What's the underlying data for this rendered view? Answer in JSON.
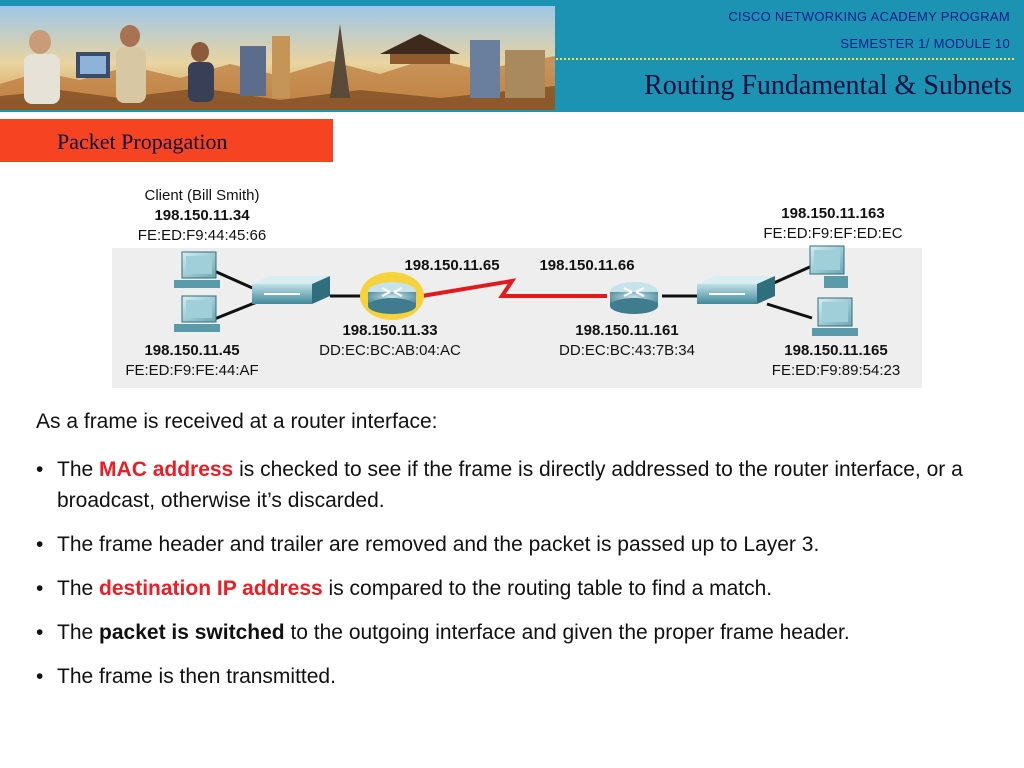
{
  "header": {
    "academy": "CISCO NETWORKING ACADEMY PROGRAM",
    "module": "SEMESTER 1/ MODULE 10",
    "title": "Routing Fundamental & Subnets",
    "colors": {
      "banner": "#1d93b4",
      "dots": "#f3e53c",
      "text": "#0d1e8c"
    }
  },
  "section": {
    "title": "Packet Propagation",
    "color": "#f64422"
  },
  "diagram": {
    "client_top": {
      "name": "Client (Bill Smith)",
      "ip": "198.150.11.34",
      "mac": "FE:ED:F9:44:45:66"
    },
    "client_bottom": {
      "ip": "198.150.11.45",
      "mac": "FE:ED:F9:FE:44:AF"
    },
    "router1": {
      "wan_ip": "198.150.11.65",
      "lan_ip": "198.150.11.33",
      "mac": "DD:EC:BC:AB:04:AC"
    },
    "router2": {
      "wan_ip": "198.150.11.66",
      "lan_ip": "198.150.11.161",
      "mac": "DD:EC:BC:43:7B:34"
    },
    "server_top": {
      "ip": "198.150.11.163",
      "mac": "FE:ED:F9:EF:ED:EC"
    },
    "server_bottom": {
      "ip": "198.150.11.165",
      "mac": "FE:ED:F9:89:54:23"
    }
  },
  "body": {
    "intro": "As a frame is received at a router interface:",
    "bullets": [
      {
        "before": "The ",
        "keyword": "MAC address",
        "after": " is checked to see if the frame is directly addressed to the router interface, or a broadcast, otherwise it’s discarded."
      },
      {
        "text": "The frame header and trailer are removed and the packet is passed up to Layer 3."
      },
      {
        "before": "The ",
        "keyword": "destination IP address",
        "after": " is compared to the routing table to find a match."
      },
      {
        "before": "The ",
        "keyword": "packet is switched",
        "after": " to the outgoing interface and given the proper frame header."
      },
      {
        "text": "The frame is then transmitted."
      }
    ],
    "keyword_colors": {
      "red": "#ee1c24",
      "black": "#111111"
    }
  }
}
